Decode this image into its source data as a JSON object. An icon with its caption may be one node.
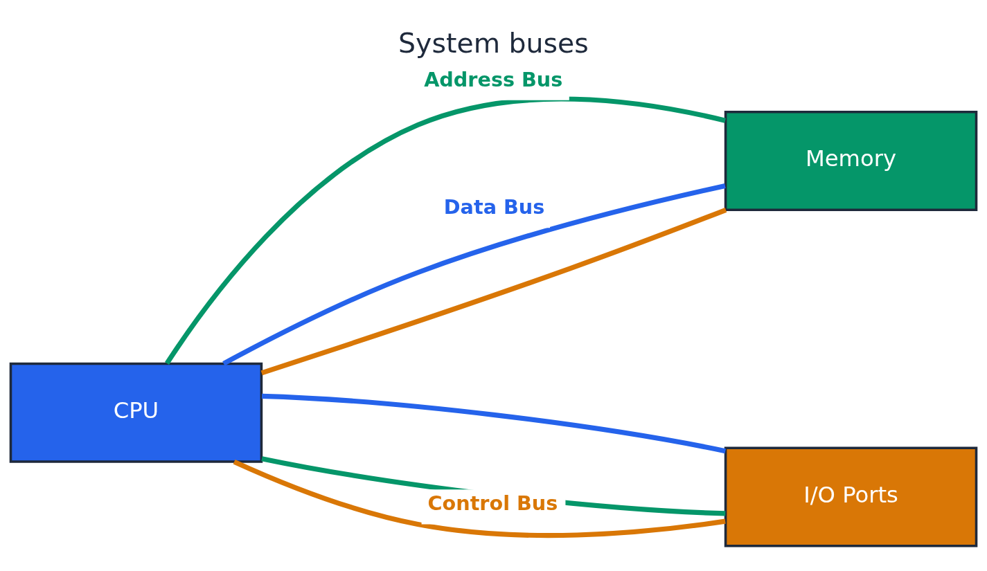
{
  "diagram": {
    "title": "System buses",
    "nodes": [
      {
        "text": [
          "CPU"
        ]
      },
      {
        "text": [
          "Memory"
        ]
      },
      {
        "text": [
          "I/O Ports"
        ]
      }
    ],
    "edges": [
      {
        "from": 0,
        "to": 1,
        "arrow": "none",
        "label": "Address Bus",
        "color": "#059669"
      },
      {
        "from": 0,
        "to": 2,
        "arrow": "none",
        "color": "#059669"
      },
      {
        "from": 0,
        "to": 1,
        "arrow": "none",
        "label": "Data Bus",
        "color": "#2563eb"
      },
      {
        "from": 0,
        "to": 2,
        "arrow": "none",
        "color": "#2563eb"
      },
      {
        "from": 0,
        "to": 1,
        "arrow": "none",
        "color": "#d97706"
      },
      {
        "from": 0,
        "to": 2,
        "arrow": "none",
        "label": "Control Bus",
        "color": "#d97706"
      }
    ]
  }
}
